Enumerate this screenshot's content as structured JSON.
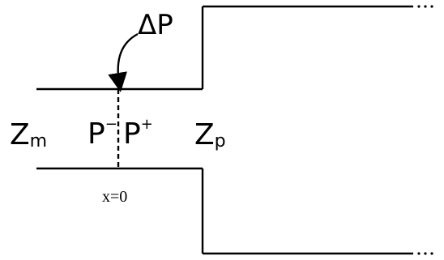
{
  "labels": {
    "delta_p": "ΔP",
    "z_m_main": "Z",
    "z_m_sub": "m",
    "p_minus_main": "P",
    "p_minus_sup": "−",
    "p_plus_main": "P",
    "p_plus_sup": "+",
    "z_p_main": "Z",
    "z_p_sub": "p",
    "x_origin": "x=0"
  },
  "colors": {
    "line": "#000000",
    "background": "#ffffff"
  }
}
